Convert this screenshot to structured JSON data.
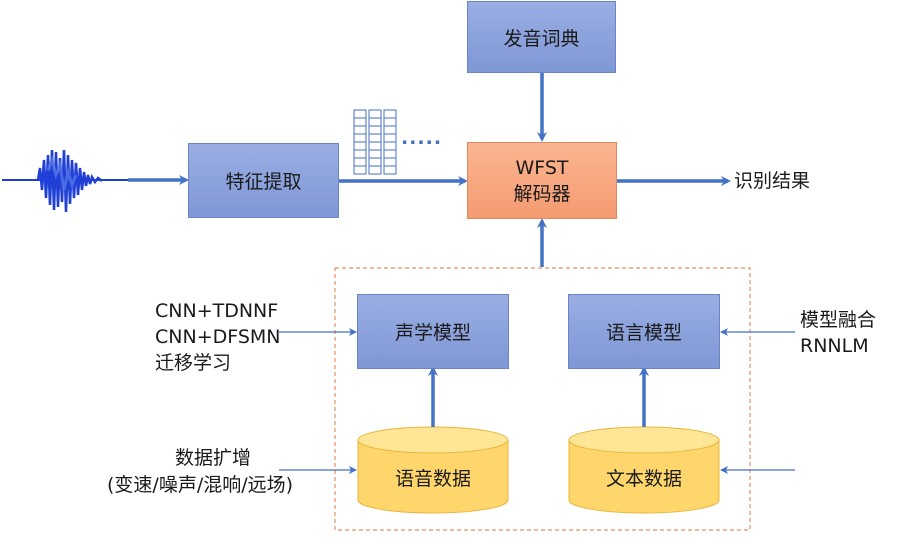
{
  "nodes": {
    "lexicon": "发音词典",
    "feature": "特征提取",
    "decoder_line1": "WFST",
    "decoder_line2": "解码器",
    "acoustic": "声学模型",
    "language": "语言模型",
    "speech_data": "语音数据",
    "text_data": "文本数据"
  },
  "labels": {
    "output": "识别结果",
    "am_methods": [
      "CNN+TDNNF",
      "CNN+DFSMN",
      "迁移学习"
    ],
    "lm_methods": [
      "模型融合",
      "RNNLM"
    ],
    "augment": [
      "数据扩增",
      "(变速/噪声/混响/远场)"
    ],
    "dots": "....."
  },
  "colors": {
    "box_blue": "#8ea3de",
    "box_orange": "#f7a57e",
    "cylinder": "#ffd66b",
    "arrow": "#4472c4",
    "dashed": "#e3935f"
  }
}
